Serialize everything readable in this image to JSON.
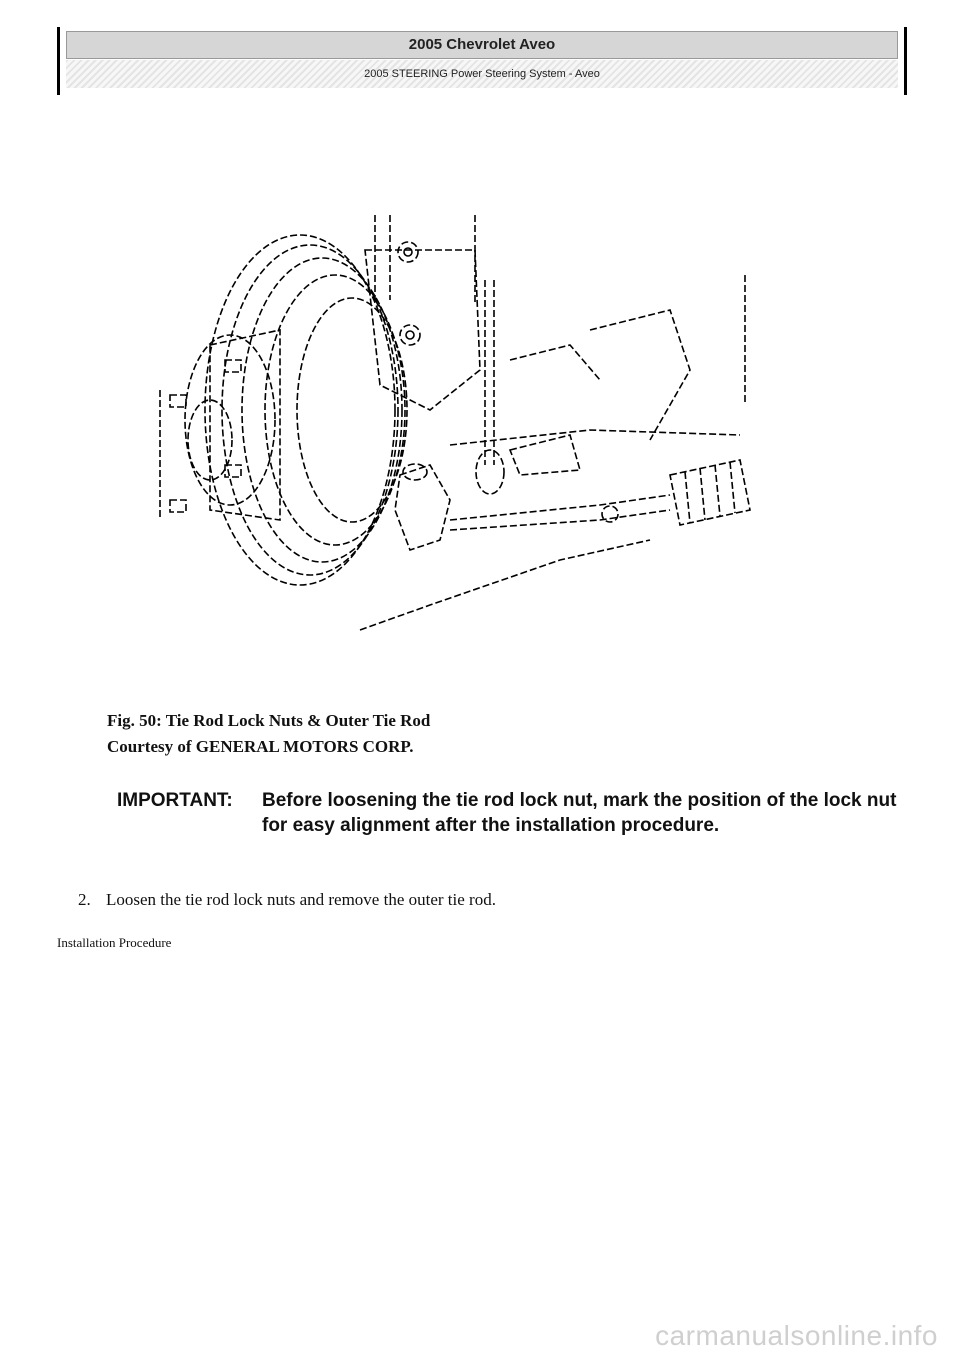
{
  "header": {
    "title": "2005 Chevrolet Aveo",
    "subtitle": "2005 STEERING Power Steering System - Aveo"
  },
  "figure": {
    "caption_line1": "Fig. 50: Tie Rod Lock Nuts & Outer Tie Rod",
    "caption_line2": "Courtesy of GENERAL MOTORS CORP."
  },
  "important": {
    "label": "IMPORTANT:",
    "text": "Before loosening the tie rod lock nut, mark the position of the lock nut for easy alignment after the installation procedure."
  },
  "step": {
    "number": "2.",
    "text": "Loosen the tie rod lock nuts and remove the outer tie rod."
  },
  "section": {
    "heading": "Installation Procedure"
  },
  "watermark": {
    "text": "carmanualsonline.info"
  }
}
